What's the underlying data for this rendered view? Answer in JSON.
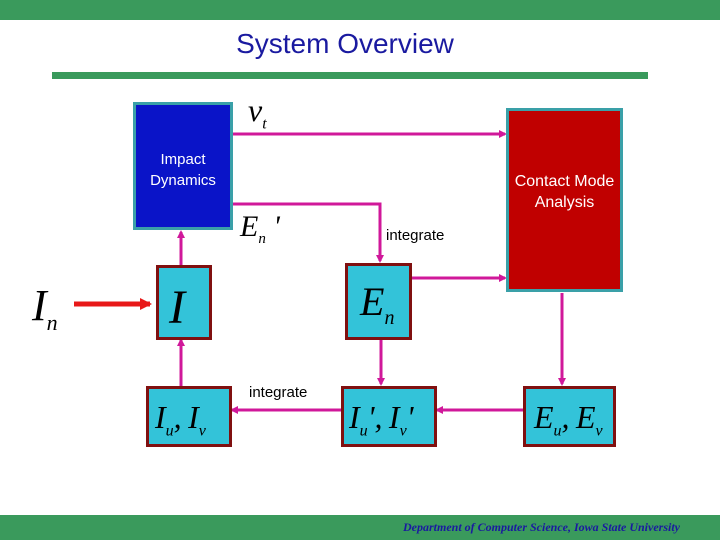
{
  "title": "System Overview",
  "footer": "Department of Computer Science, Iowa State University",
  "nodes": {
    "impact": "Impact Dynamics",
    "contact": "Contact Mode Analysis",
    "integrate_top": "integrate",
    "integrate_bottom": "integrate"
  },
  "colors": {
    "accent_green": "#3a9a5c",
    "title_blue": "#1a1aa0",
    "impact_fill": "#0a14c8",
    "contact_fill": "#c00000",
    "teal_fill": "#33c3d9",
    "connector": "#d0189a",
    "input_arrow": "#e81818"
  }
}
